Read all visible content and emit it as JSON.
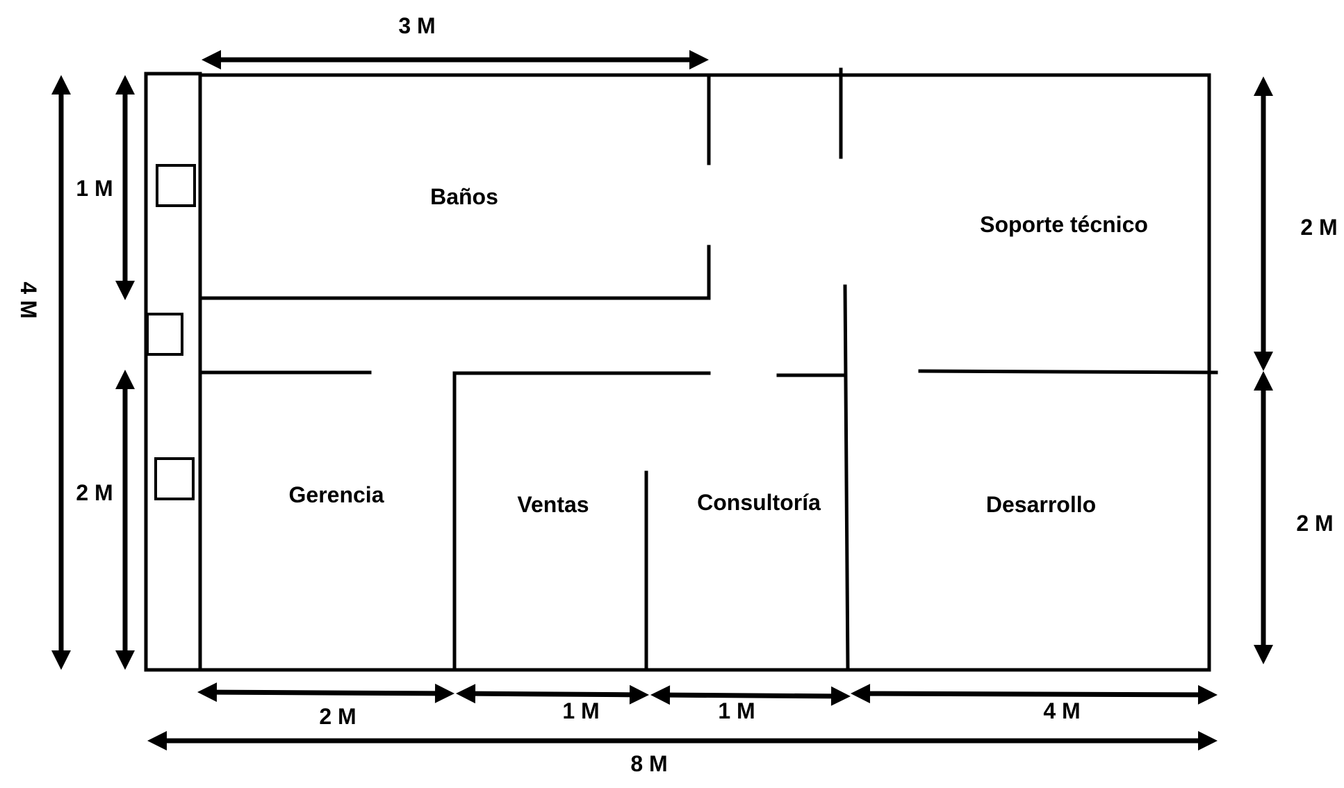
{
  "rooms": {
    "banos": "Baños",
    "soporte_tecnico": "Soporte técnico",
    "gerencia": "Gerencia",
    "ventas": "Ventas",
    "consultoria": "Consultoría",
    "desarrollo": "Desarrollo"
  },
  "dimensions": {
    "top_width": "3 M",
    "left_total_height": "4 M",
    "left_upper_height": "1 M",
    "left_lower_height": "2 M",
    "right_upper_height": "2 M",
    "right_lower_height": "2 M",
    "bottom_gerencia": "2 M",
    "bottom_ventas": "1 M",
    "bottom_consultoria": "1 M",
    "bottom_desarrollo": "4 M",
    "bottom_total": "8 M"
  },
  "colors": {
    "line": "#000000",
    "background": "#ffffff"
  }
}
